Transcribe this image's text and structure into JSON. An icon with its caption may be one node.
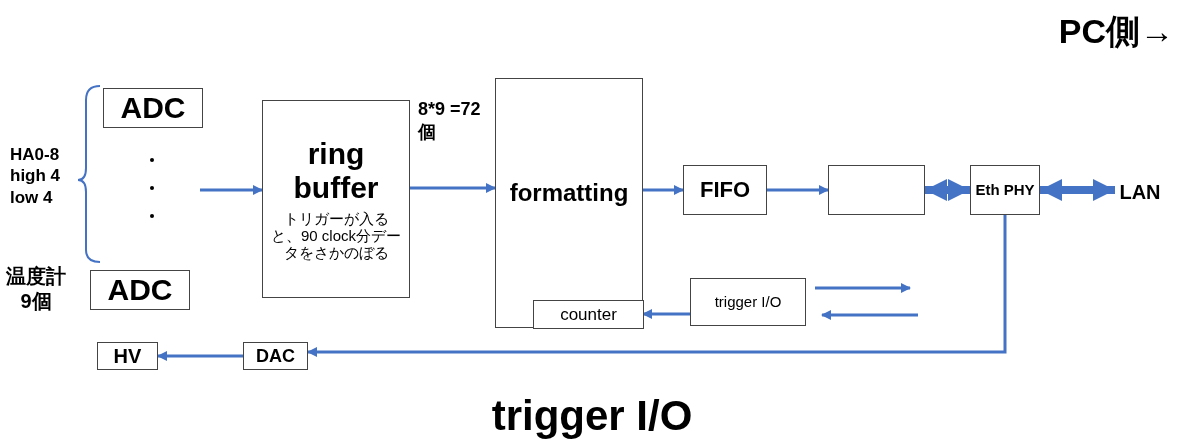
{
  "diagram": {
    "caption": "trigger I/O",
    "nodes": [
      {
        "text": [
          "ADC"
        ]
      },
      {
        "text": [
          "ADC"
        ],
        "beside": [
          "温度計 9個"
        ]
      },
      {
        "text": [
          "ring buffer",
          "トリガーが入ると、90 clock分データをさかのぼる"
        ]
      },
      {
        "text": [
          "formatting"
        ]
      },
      {
        "text": [
          "counter"
        ],
        "in": 3
      },
      {
        "text": [
          "FIFO"
        ]
      },
      {
        "text": [],
        "shape": "box"
      },
      {
        "text": [
          "Eth PHY"
        ]
      },
      {
        "text": [
          "LAN"
        ]
      },
      {
        "text": [
          "trigger I/O"
        ]
      },
      {
        "text": [
          "HV"
        ]
      },
      {
        "text": [
          "DAC"
        ]
      }
    ],
    "edges": [
      {
        "from": null,
        "to": 2,
        "arrow": "to"
      },
      {
        "from": 2,
        "to": 3,
        "arrow": "to",
        "label": "8*9 =72個"
      },
      {
        "from": 3,
        "to": 5,
        "arrow": "to"
      },
      {
        "from": 5,
        "to": 6,
        "arrow": "to"
      },
      {
        "from": 6,
        "to": 7,
        "arrow": "both",
        "style": "thick"
      },
      {
        "from": 7,
        "to": 8,
        "arrow": "both",
        "style": "thick"
      },
      {
        "from": 9,
        "to": 4,
        "arrow": "to"
      },
      {
        "from": 7,
        "to": 11,
        "arrow": "to"
      },
      {
        "from": 11,
        "to": 10,
        "arrow": "to"
      }
    ],
    "labels": [
      "PC側→",
      "HA0-8 high 4 low 4"
    ]
  }
}
